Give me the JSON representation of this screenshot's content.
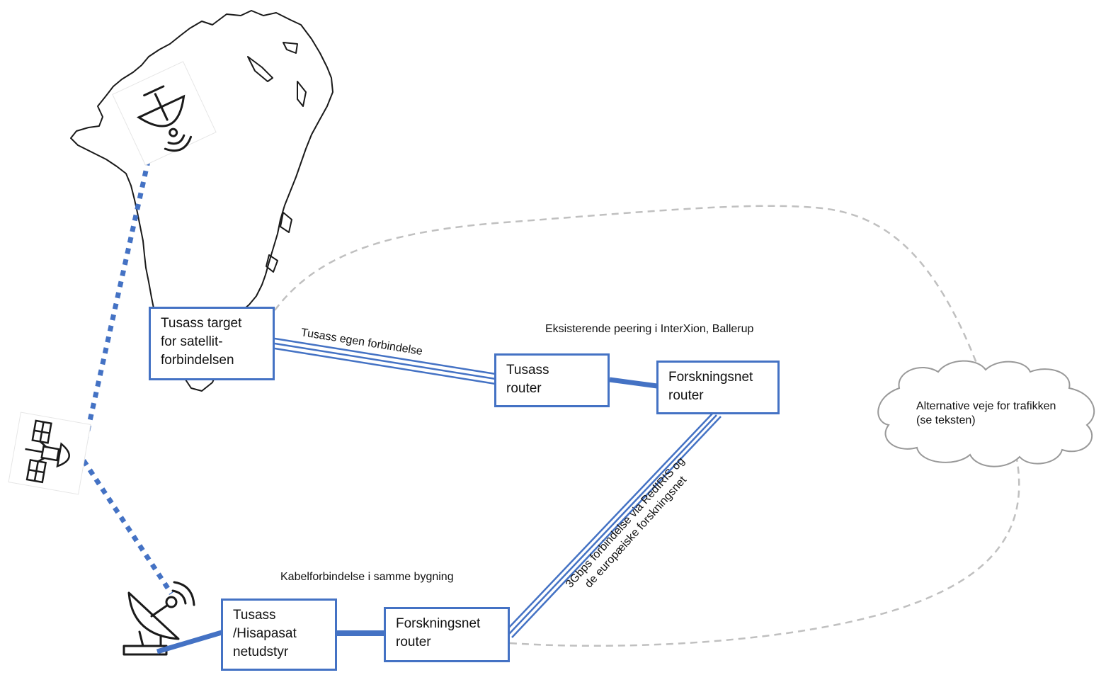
{
  "colors": {
    "accent": "#4472c4",
    "dashed_line": "#c0c0c0",
    "outline": "#1a1a1a",
    "cloud_stroke": "#999999"
  },
  "icons": {
    "map": "greenland-map-icon",
    "dish_top": "satellite-dish-icon",
    "satellite": "satellite-icon",
    "dish_bottom": "ground-station-dish-icon",
    "cloud": "cloud-icon"
  },
  "nodes": {
    "tusass_target": "Tusass target\nfor satellit-\nforbindelsen",
    "tusass_router": "Tusass\nrouter",
    "forskningsnet_router_top": "Forskningsnet\nrouter",
    "tusass_hisapasat": "Tusass\n/Hisapasat\nnetudstyr",
    "forskningsnet_router_bottom": "Forskningsnet\nrouter"
  },
  "labels": {
    "tusass_egen": "Tusass egen forbindelse",
    "peering": "Eksisterende peering i InterXion, Ballerup",
    "kabel": "Kabelforbindelse i samme bygning",
    "gbps": "3Gbps forbindelse via RedIRIS og\nde europæiske forskningsnet",
    "cloud": "Alternative veje for trafikken\n(se teksten)"
  }
}
